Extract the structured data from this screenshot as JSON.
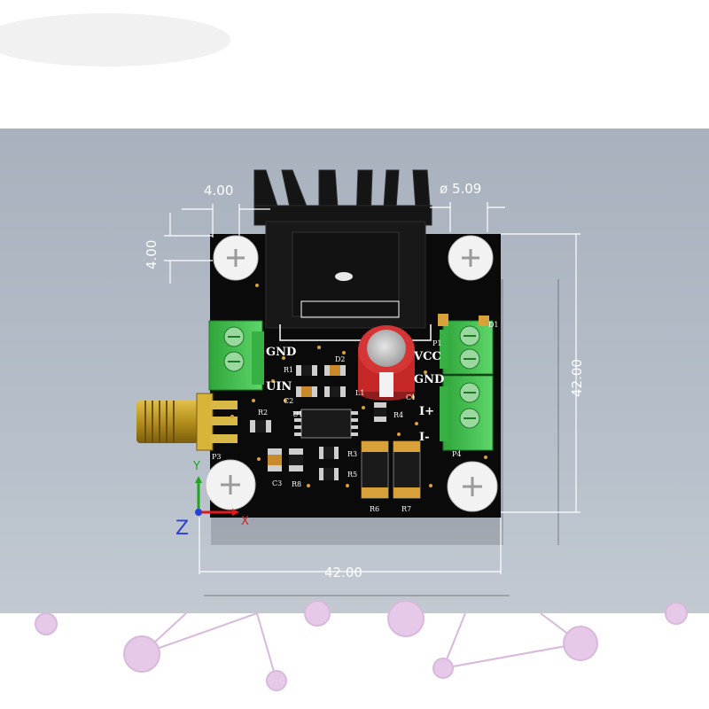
{
  "dimensions": {
    "top_left_offset": "4.00",
    "left_side_offset": "4.00",
    "hole_diameter": "ø 5.09",
    "board_height": "42.00",
    "board_width": "42.00"
  },
  "terminals": {
    "left_top": "GND",
    "left_bottom": "UIN",
    "right_vcc": "VCC",
    "right_gnd": "GND",
    "right_iplus": "I+",
    "right_iminus": "I-"
  },
  "designators": {
    "r1": "R1",
    "d2": "D2",
    "c2": "C2",
    "l1": "L1",
    "u1": "U1",
    "c1": "C1",
    "r2": "R2",
    "r4": "R4",
    "p3": "P3",
    "r3": "R3",
    "c3": "C3",
    "r5": "R5",
    "r8": "R8",
    "r6": "R6",
    "r7": "R7",
    "p4": "P4",
    "d1": "D1",
    "p1": "P1"
  },
  "axes": {
    "z": "Z",
    "x": "X",
    "y": "Y"
  },
  "colors": {
    "pcb": "#0a0a0a",
    "terminal_block": "#3fbf4a",
    "capacitor": "#c62828",
    "sma_gold": "#c9a227",
    "dimension_line": "#ffffff"
  }
}
